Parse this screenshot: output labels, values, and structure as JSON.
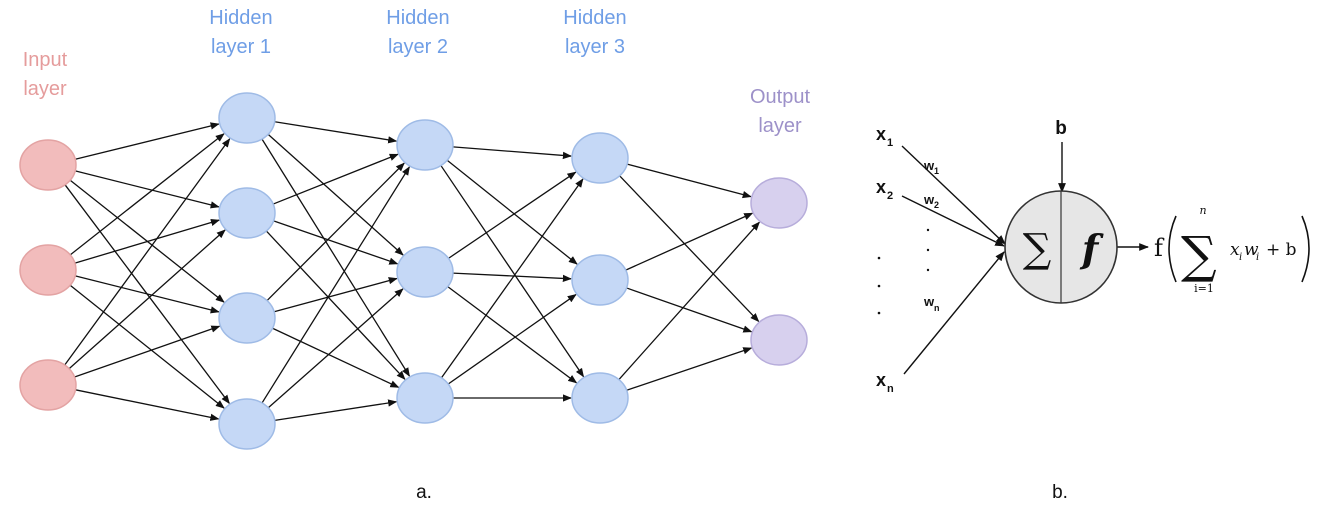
{
  "colors": {
    "input_fill": "#f2bcbc",
    "input_stroke": "#e3a3a3",
    "input_text": "#e59c9c",
    "hidden_fill": "#c5d8f6",
    "hidden_stroke": "#9fbbe6",
    "hidden_text": "#6f9ee6",
    "output_fill": "#d7d0ee",
    "output_stroke": "#b7addb",
    "output_text": "#9d91c9",
    "edge": "#111111",
    "neuron_fill": "#e6e6e6"
  },
  "network": {
    "layers": [
      {
        "title_lines": [
          "Input",
          "layer"
        ],
        "nodes": 3,
        "role": "input"
      },
      {
        "title_lines": [
          "Hidden",
          "layer 1"
        ],
        "nodes": 4,
        "role": "hidden"
      },
      {
        "title_lines": [
          "Hidden",
          "layer 2"
        ],
        "nodes": 3,
        "role": "hidden"
      },
      {
        "title_lines": [
          "Hidden",
          "layer 3"
        ],
        "nodes": 3,
        "role": "hidden"
      },
      {
        "title_lines": [
          "Output",
          "layer"
        ],
        "nodes": 2,
        "role": "output"
      }
    ],
    "caption": "a."
  },
  "neuron": {
    "inputs": [
      {
        "x": "x",
        "sub": "1",
        "w": "w",
        "wsub": "1"
      },
      {
        "x": "x",
        "sub": "2",
        "w": "w",
        "wsub": "2"
      },
      {
        "x": "x",
        "sub": "n",
        "w": "w",
        "wsub": "n"
      }
    ],
    "bias": "b",
    "sum_symbol": "∑",
    "activation_symbol": "f",
    "formula": {
      "f": "f",
      "sigma": "∑",
      "upper": "n",
      "lower": "i=1",
      "term_x": "x",
      "term_w": "w",
      "idx": "i",
      "plus_b": "+ b"
    },
    "caption": "b."
  }
}
